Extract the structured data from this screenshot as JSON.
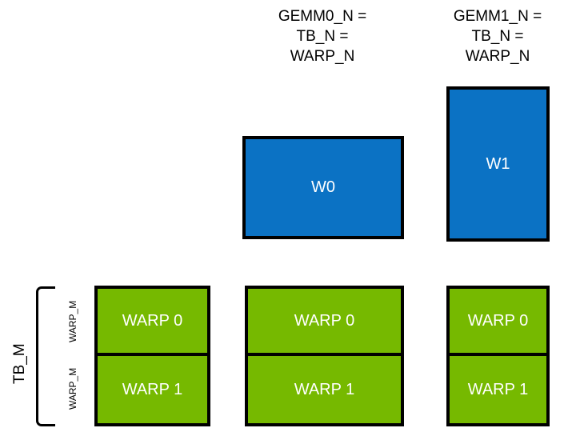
{
  "diagram": {
    "title_absent": true,
    "colors": {
      "blue": "#0B72C4",
      "green": "#76B900",
      "outline": "#000000",
      "background": "#FFFFFF",
      "label_text": "#FFFFFF"
    },
    "column_headers": [
      {
        "name": "gemm0-header",
        "text": "GEMM0_N =\nTB_N =\nWARP_N"
      },
      {
        "name": "gemm1-header",
        "text": "GEMM1_N =\nTB_N =\nWARP_N"
      }
    ],
    "blue_blocks": [
      {
        "name": "w0",
        "label": "W0"
      },
      {
        "name": "w1",
        "label": "W1"
      }
    ],
    "warp_groups": [
      {
        "name": "warp-group-0",
        "warps": [
          "WARP 0",
          "WARP 1"
        ]
      },
      {
        "name": "warp-group-1",
        "warps": [
          "WARP 0",
          "WARP 1"
        ]
      },
      {
        "name": "warp-group-2",
        "warps": [
          "WARP 0",
          "WARP 1"
        ]
      }
    ],
    "axis_labels": {
      "tb_m": "TB_M",
      "warp_m_top": "WARP_M",
      "warp_m_bottom": "WARP_M"
    }
  }
}
